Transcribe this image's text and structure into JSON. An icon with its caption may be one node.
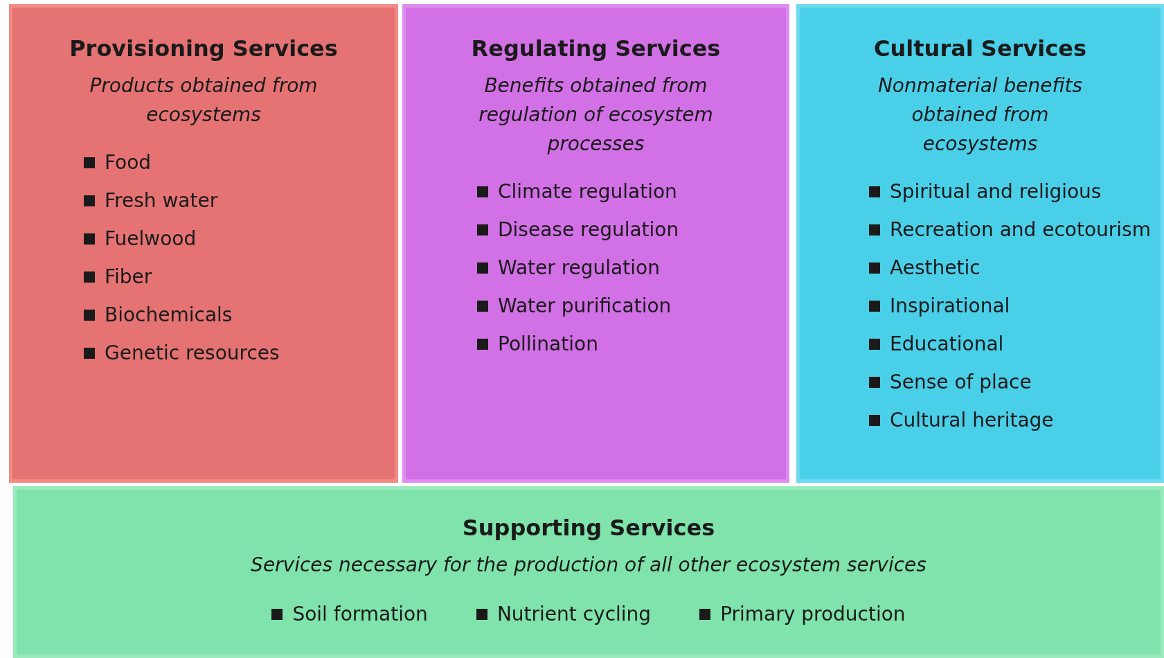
{
  "diagram": {
    "nodes": [
      {
        "text": [
          "Provisioning Services",
          "Products obtained from ecosystems",
          "Food",
          "Fresh water",
          "Fuelwood",
          "Fiber",
          "Biochemicals",
          "Genetic resources"
        ]
      },
      {
        "text": [
          "Regulating Services",
          "Benefits obtained from regulation of ecosystem processes",
          "Climate regulation",
          "Disease regulation",
          "Water regulation",
          "Water purification",
          "Pollination"
        ]
      },
      {
        "text": [
          "Cultural Services",
          "Nonmaterial benefits obtained from ecosystems",
          "Spiritual and religious",
          "Recreation and ecotourism",
          "Aesthetic",
          "Inspirational",
          "Educational",
          "Sense of place",
          "Cultural heritage"
        ]
      },
      {
        "text": [
          "Supporting Services",
          "Services necessary for the production of all other ecosystem services",
          "Soil formation",
          "Nutrient cycling",
          "Primary production"
        ]
      }
    ]
  }
}
